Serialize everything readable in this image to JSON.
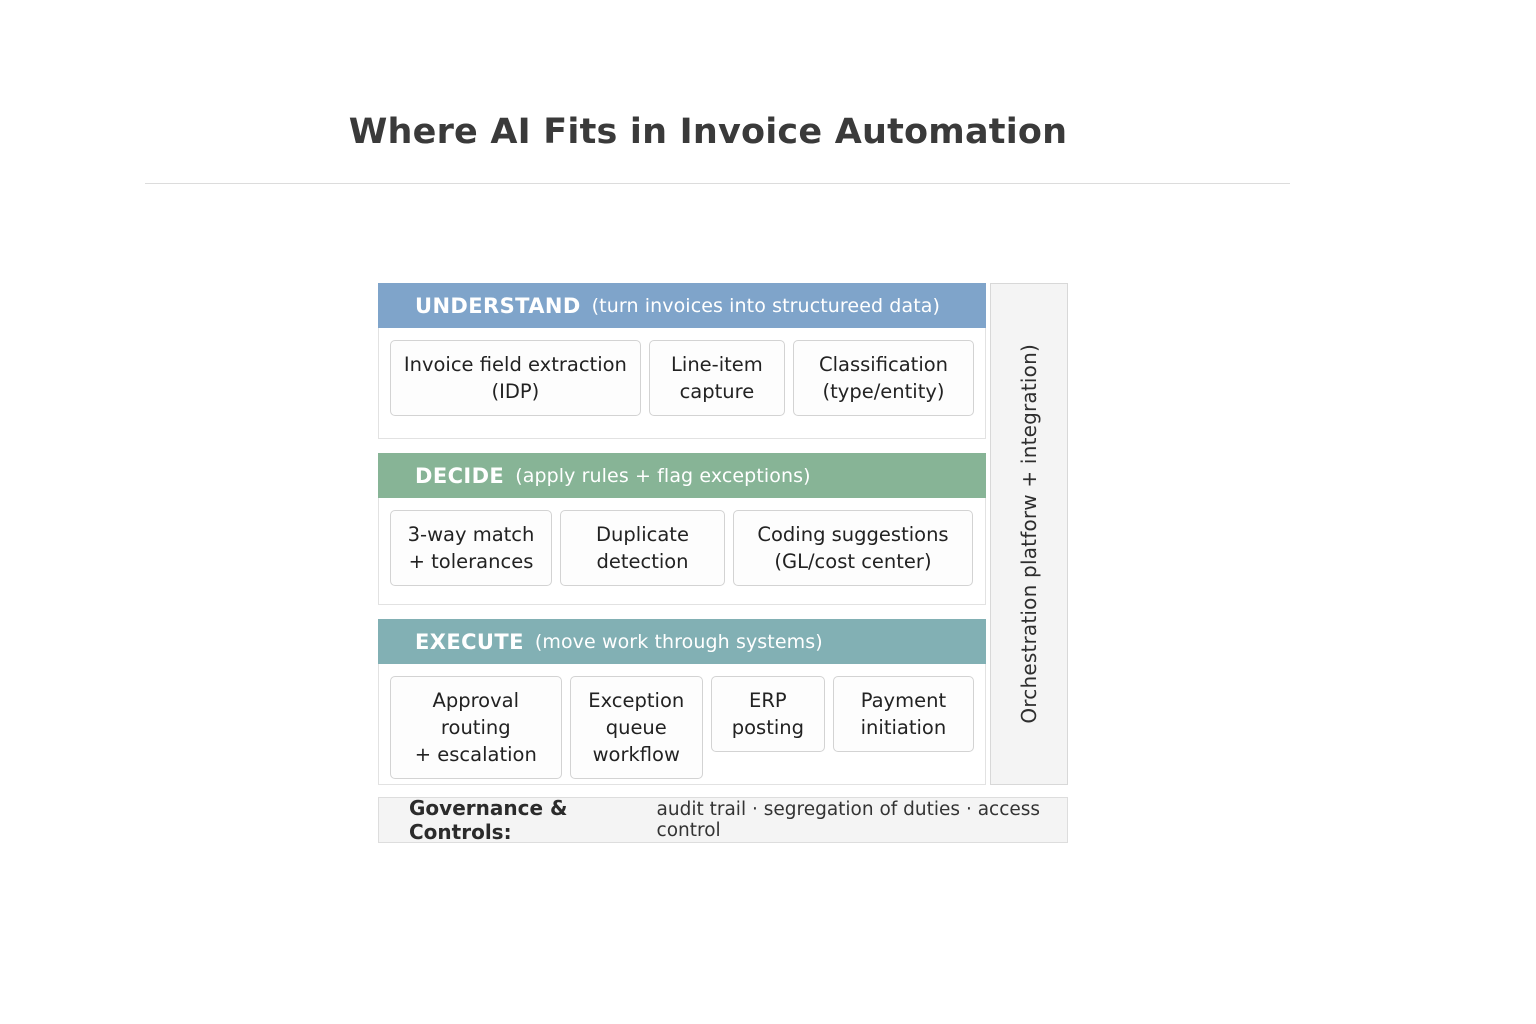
{
  "page": {
    "title": "Where AI Fits in Invoice Automation"
  },
  "sidebar": {
    "label": "Orchestration platforw + integration)"
  },
  "bands": [
    {
      "id": "understand",
      "kicker": "UNDERSTAND",
      "sub": "(turn invoices into structureed data)",
      "color": "#7fa4ca",
      "cards": [
        {
          "line1": "Invoice field extraction",
          "line2": "(IDP)"
        },
        {
          "line1": "Line-item",
          "line2": "capture"
        },
        {
          "line1": "Classification",
          "line2": "(type/entity)"
        }
      ]
    },
    {
      "id": "decide",
      "kicker": "DECIDE",
      "sub": "(apply rules + flag exceptions)",
      "color": "#87b496",
      "cards": [
        {
          "line1": "3-way match",
          "line2": "+ tolerances"
        },
        {
          "line1": "Duplicate",
          "line2": "detection"
        },
        {
          "line1": "Coding suggestions",
          "line2": "(GL/cost center)"
        }
      ]
    },
    {
      "id": "execute",
      "kicker": "EXECUTE",
      "sub": "(move work through systems)",
      "color": "#82b0b4",
      "cards": [
        {
          "line1": "Approval routing",
          "line2": "+ escalation",
          "line3": ""
        },
        {
          "line1": "Exception",
          "line2": "queue",
          "line3": "workflow"
        },
        {
          "line1": "ERP",
          "line2": "posting",
          "line3": ""
        },
        {
          "line1": "Payment",
          "line2": "initiation",
          "line3": ""
        }
      ]
    }
  ],
  "footer": {
    "strong": "Governance & Controls:",
    "rest": "audit trail · segregation of duties · access control"
  }
}
